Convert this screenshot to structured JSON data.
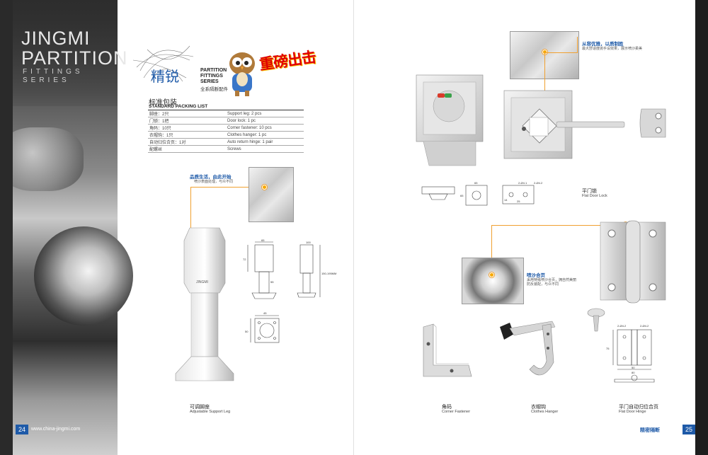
{
  "left_page": {
    "brand": {
      "line1": "JINGMI",
      "line2": "PARTITION",
      "line3": "FITTINGS",
      "line4": "SERIES"
    },
    "page_number": "24",
    "url": "www.china-jingmi.com",
    "logo_cn": "精锐",
    "series_en_lines": [
      "PARTITION",
      "FITTINGS",
      "SERIES"
    ],
    "series_cn": "全系隔断配件",
    "slogan": "重磅出击",
    "packing_list": {
      "title_cn": "标准包装",
      "title_en": "STANDARD PACKING LIST",
      "rows": [
        [
          "脚座：2只",
          "Support leg: 2 pcs"
        ],
        [
          "门锁：1把",
          "Door lock: 1 pc"
        ],
        [
          "角码：10只",
          "Corner fastener: 10 pcs"
        ],
        [
          "衣帽钩：1只",
          "Clothes hanger: 1 pc"
        ],
        [
          "自动归位合页：1对",
          "Auto return hinge: 1 pair"
        ],
        [
          "配螺丝",
          "Screws"
        ]
      ]
    },
    "callout": {
      "title": "品质生活，由此开始",
      "desc": "喷沙表面处理，与众不同"
    },
    "product": {
      "caption_cn": "可调脚座",
      "caption_en": "Adjustable Support Leg",
      "engraving": "JINGMI"
    },
    "dims": [
      "65",
      "72",
      "55",
      "100",
      "150-195MM",
      "45",
      "50"
    ]
  },
  "right_page": {
    "page_number": "25",
    "logo_text": "精密隔断",
    "callout_lock": {
      "title": "从容优雅，以质制胜",
      "desc": "最大舒适度抛手设效果，展示喷沙柔美"
    },
    "callout_hinge": {
      "title": "喷沙合页",
      "desc_lines": [
        "采用特殊喷沙合页，拥自然美丽",
        "防反装配，与众不同"
      ]
    },
    "products": {
      "door_lock": {
        "cn": "平门锁",
        "en": "Flat Door Lock"
      },
      "corner": {
        "cn": "角码",
        "en": "Corner Fastener"
      },
      "hanger": {
        "cn": "衣帽钩",
        "en": "Clothes Hanger"
      },
      "hinge": {
        "cn": "平门自动归位合页",
        "en": "Flat Door Hinge"
      }
    },
    "lock_dims": [
      "65",
      "65",
      "2-Ø4.1",
      "2-Ø4.2",
      "25",
      "14"
    ],
    "hinge_dims": [
      "2-Ø4.2",
      "2-Ø4.2",
      "75",
      "50",
      "80"
    ]
  },
  "colors": {
    "brand_blue": "#1e5aa8",
    "callout_orange": "#f0a030",
    "slogan_red": "#e00000"
  }
}
